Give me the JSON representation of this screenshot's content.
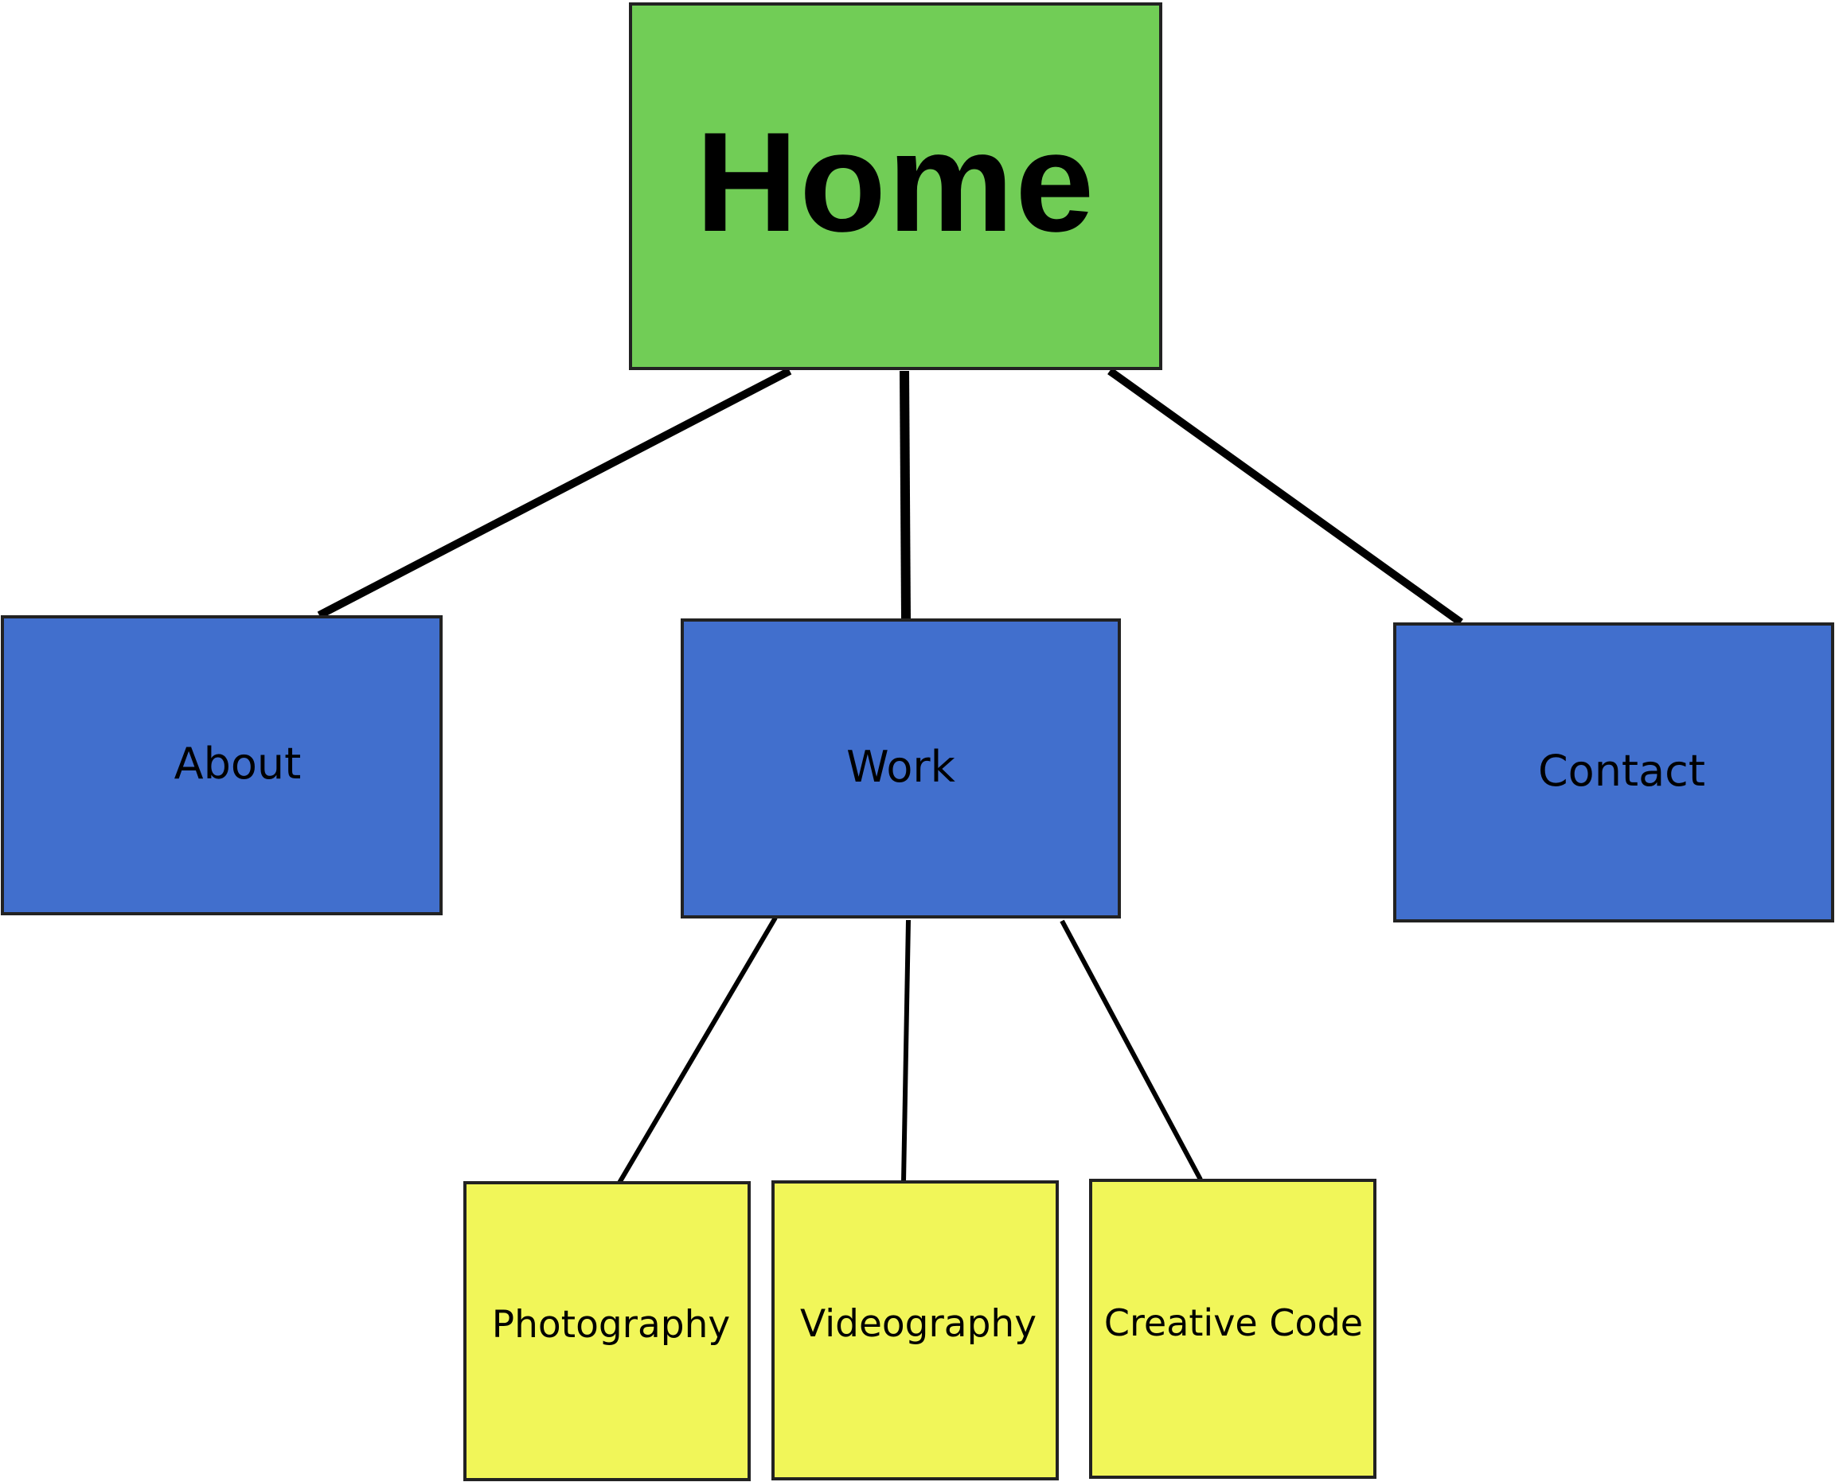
{
  "diagram": {
    "colors": {
      "root_fill": "#71cd56",
      "section_fill": "#416fcd",
      "subsection_fill": "#f1f659",
      "border": "#222222",
      "connector": "#000000",
      "text": "#000000"
    },
    "root": {
      "label": "Home"
    },
    "sections": [
      {
        "label": "About"
      },
      {
        "label": "Work"
      },
      {
        "label": "Contact"
      }
    ],
    "work_subsections": [
      {
        "label": "Photography"
      },
      {
        "label": "Videography"
      },
      {
        "label": "Creative Code"
      }
    ]
  }
}
